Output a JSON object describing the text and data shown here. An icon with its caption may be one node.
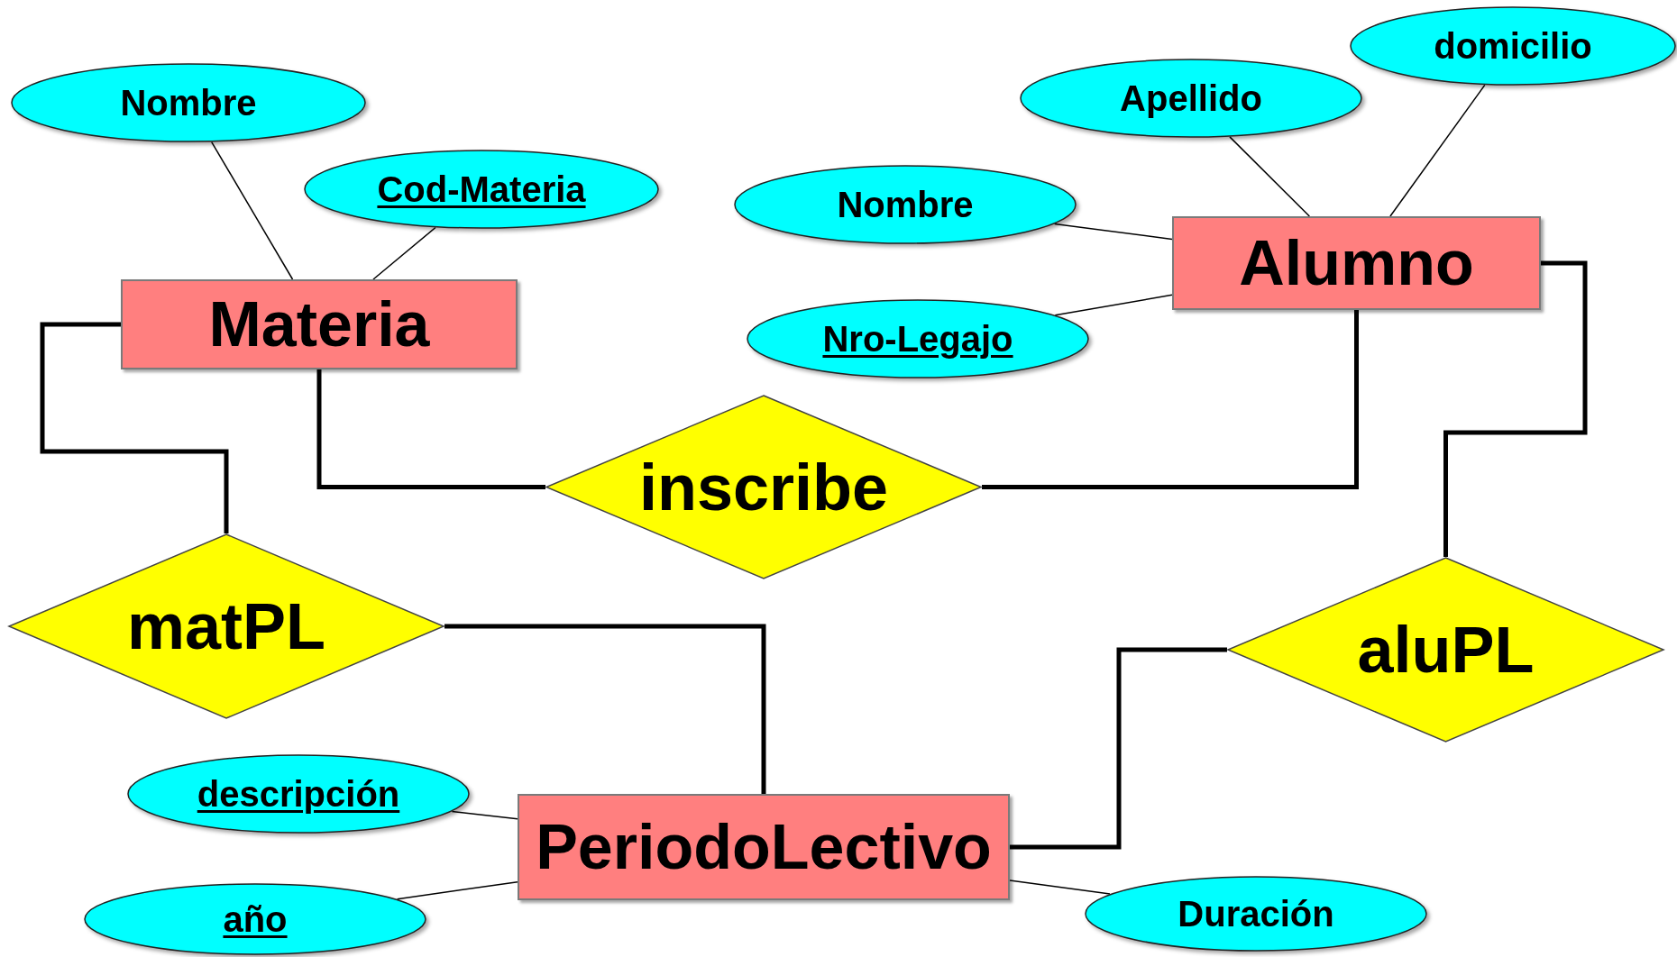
{
  "diagram": {
    "nodes": [
      {
        "text": [
          "Nombre"
        ]
      },
      {
        "text": [
          "Cod-Materia"
        ]
      },
      {
        "text": [
          "Materia"
        ]
      },
      {
        "text": [
          "Apellido"
        ]
      },
      {
        "text": [
          "domicilio"
        ]
      },
      {
        "text": [
          "Nombre"
        ]
      },
      {
        "text": [
          "Nro-Legajo"
        ]
      },
      {
        "text": [
          "Alumno"
        ]
      },
      {
        "text": [
          "inscribe"
        ]
      },
      {
        "text": [
          "matPL"
        ]
      },
      {
        "text": [
          "aluPL"
        ]
      },
      {
        "text": [
          "descripción"
        ]
      },
      {
        "text": [
          "año"
        ]
      },
      {
        "text": [
          "PeriodoLectivo"
        ]
      },
      {
        "text": [
          "Duración"
        ]
      }
    ],
    "edges": [
      {
        "from": 2,
        "to": 0,
        "arrow": "none"
      },
      {
        "from": 2,
        "to": 1,
        "arrow": "none"
      },
      {
        "from": 7,
        "to": 3,
        "arrow": "none"
      },
      {
        "from": 7,
        "to": 4,
        "arrow": "none"
      },
      {
        "from": 7,
        "to": 5,
        "arrow": "none"
      },
      {
        "from": 7,
        "to": 6,
        "arrow": "none"
      },
      {
        "from": 2,
        "to": 8,
        "arrow": "none",
        "style": "thick"
      },
      {
        "from": 8,
        "to": 7,
        "arrow": "none",
        "style": "thick"
      },
      {
        "from": 2,
        "to": 9,
        "arrow": "none",
        "style": "thick"
      },
      {
        "from": 9,
        "to": 13,
        "arrow": "none",
        "style": "thick"
      },
      {
        "from": 7,
        "to": 10,
        "arrow": "none",
        "style": "thick"
      },
      {
        "from": 10,
        "to": 13,
        "arrow": "none",
        "style": "thick"
      },
      {
        "from": 13,
        "to": 11,
        "arrow": "none"
      },
      {
        "from": 13,
        "to": 12,
        "arrow": "none"
      },
      {
        "from": 13,
        "to": 14,
        "arrow": "none"
      }
    ]
  }
}
